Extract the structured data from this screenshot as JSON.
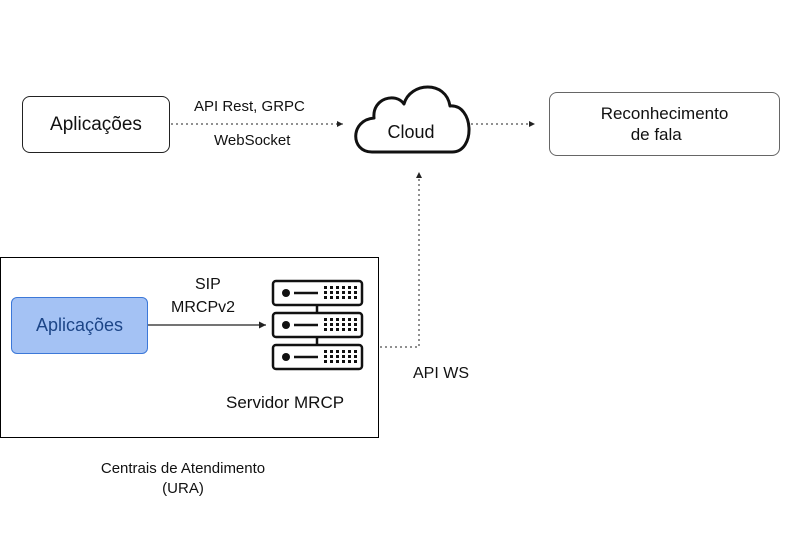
{
  "nodes": {
    "apps_top": "Aplicações",
    "cloud": "Cloud",
    "speech_line1": "Reconhecimento",
    "speech_line2": "de fala",
    "apps_inner": "Aplicações",
    "server": "Servidor MRCP"
  },
  "edges": {
    "api_rest": "API Rest, GRPC",
    "websocket": "WebSocket",
    "sip": "SIP",
    "mrcpv2": "MRCPv2",
    "api_ws": "API WS"
  },
  "group": {
    "line1": "Centrais de Atendimento",
    "line2": "(URA)"
  },
  "colors": {
    "inner_app_fill": "#a4c2f4",
    "inner_app_border": "#3c78d8",
    "inner_app_text": "#1c4587"
  },
  "icons": {
    "server": "server-rack-icon",
    "cloud": "cloud-icon"
  }
}
